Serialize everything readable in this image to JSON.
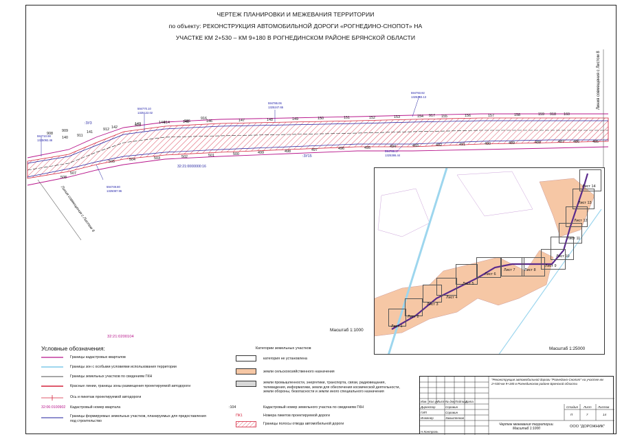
{
  "title": {
    "line1": "ЧЕРТЕЖ ПЛАНИРОВКИ И МЕЖЕВАНИЯ ТЕРРИТОРИИ",
    "line2": "по объекту: РЕКОНСТРУКЦИЯ АВТОМОБИЛЬНОЙ ДОРОГИ «РОГНЕДИНО-СНОПОТ» НА",
    "line3": "УЧАСТКЕ КМ 2+530 – КМ 9+180 В РОГНЕДИНСКОМ РАЙОНЕ БРЯНСКОЙ ОБЛАСТИ"
  },
  "map": {
    "side_label_right": "Линия совмещения с Листом 8",
    "side_label_left": "Линия совмещения с Листом 6",
    "cadastral_quarter_left": "32:21:0000000:16",
    "cadastral_quarter_bottom": "32:21:0200104",
    "zone_labels": [
      ":ЗУ3",
      ":ЗУ15"
    ],
    "pk_top": [
      "140",
      "141",
      "142",
      "143",
      "144",
      "145",
      "146",
      "147",
      "148",
      "149",
      "150",
      "151",
      "152",
      "153",
      "154",
      "155",
      "156",
      "157",
      "158",
      "159",
      "160"
    ],
    "pk_extra": [
      "908",
      "909",
      "911",
      "912",
      "913",
      "914",
      "915",
      "916",
      "917",
      "918"
    ],
    "points_bottom": [
      "507",
      "508",
      "505",
      "504",
      "503",
      "502",
      "501",
      "500",
      "499",
      "498",
      "497",
      "496",
      "495",
      "494",
      "493",
      "492",
      "491",
      "490",
      "489",
      "488",
      "487",
      "486",
      "485"
    ],
    "coords": [
      {
        "a": "594710.98",
        "b": "1325092.46"
      },
      {
        "a": "594770.10",
        "b": "1325122.02"
      },
      {
        "a": "594786.06",
        "b": "1325247.65"
      },
      {
        "a": "594793.92",
        "b": "1325383.13"
      },
      {
        "a": "594749.80",
        "b": "1325087.96"
      },
      {
        "a": "594786.17",
        "b": "1325386.44"
      }
    ],
    "scale": "Масштаб 1:1000"
  },
  "inset": {
    "scale": "Масштаб 1:25000",
    "sheets": [
      "Лист 1",
      "Лист 2",
      "Лист 3",
      "Лист 4",
      "Лист 5",
      "Лист 6",
      "Лист 7",
      "Лист 8",
      "Лист 9",
      "Лист 10",
      "Лист 11",
      "Лист 12",
      "Лист 13",
      "Лист 14"
    ]
  },
  "legend": {
    "title": "Условные обозначения:",
    "items": [
      "Границы кадастровых кварталов",
      "Границы зон с особыми условиями использования территории",
      "Границы земельных участков по сведениям ГКН",
      "Красные линии, границы зоны размещения проектируемой автодороги",
      "Ось и пикетаж проектируемой автодороги",
      "Кадастровый номер квартала",
      "Границы формируемых земельных участков, планируемых для предоставления под строительство"
    ],
    "quarter_sample": "32:06:0100902",
    "parcel_sample": ":104",
    "parcel_text": "Кадастровый номер земельного участка по сведениям ГКН",
    "pk_sample": "ПК1",
    "pk_text": "Номера пикетов проектируемой дороги",
    "strip_text": "Границы полосы отвода автомобильной дороги"
  },
  "categories": {
    "title": "Категории земельных участков",
    "items": [
      "категория не установлена",
      "земли сельскохозяйственного назначения",
      "земли промышленности, энергетики, транспорта, связи, радиовещания, телевидения, информатики, земли для обеспечения космической деятельности, земли обороны, безопасности и земли иного специального назначения"
    ]
  },
  "stamp": {
    "project": "\"Реконструкция автомобильной дороги \"Рогнедино-Снопот\" на участке км 2+530-км 9+180 в Рогнединском районе Брянской области",
    "headers": [
      "Изм.",
      "Кол.уч.",
      "Лист",
      "№ док.",
      "Подпись",
      "Дата"
    ],
    "roles": [
      {
        "role": "Директор",
        "name": "Соровин"
      },
      {
        "role": "ГИП",
        "name": "Соровин"
      },
      {
        "role": "Инженер",
        "name": "Завьяленков"
      },
      {
        "role": "Н.Контроль",
        "name": ""
      }
    ],
    "stage_hdr": "Стадия",
    "sheet_hdr": "Лист",
    "sheets_hdr": "Листов",
    "stage": "П",
    "sheet": "7",
    "sheets": "14",
    "drawing": "Чертеж межевания территории. Масштаб 1:1000",
    "company": "ООО \"ДОРОЖНИК\""
  },
  "colors": {
    "red_line": "#d4213a",
    "cadastral": "#b7138a",
    "zone": "#9dd6ee",
    "parcel": "#1c1c9e",
    "agri": "#f6c7a5",
    "road_inset": "#5a2a8c"
  }
}
